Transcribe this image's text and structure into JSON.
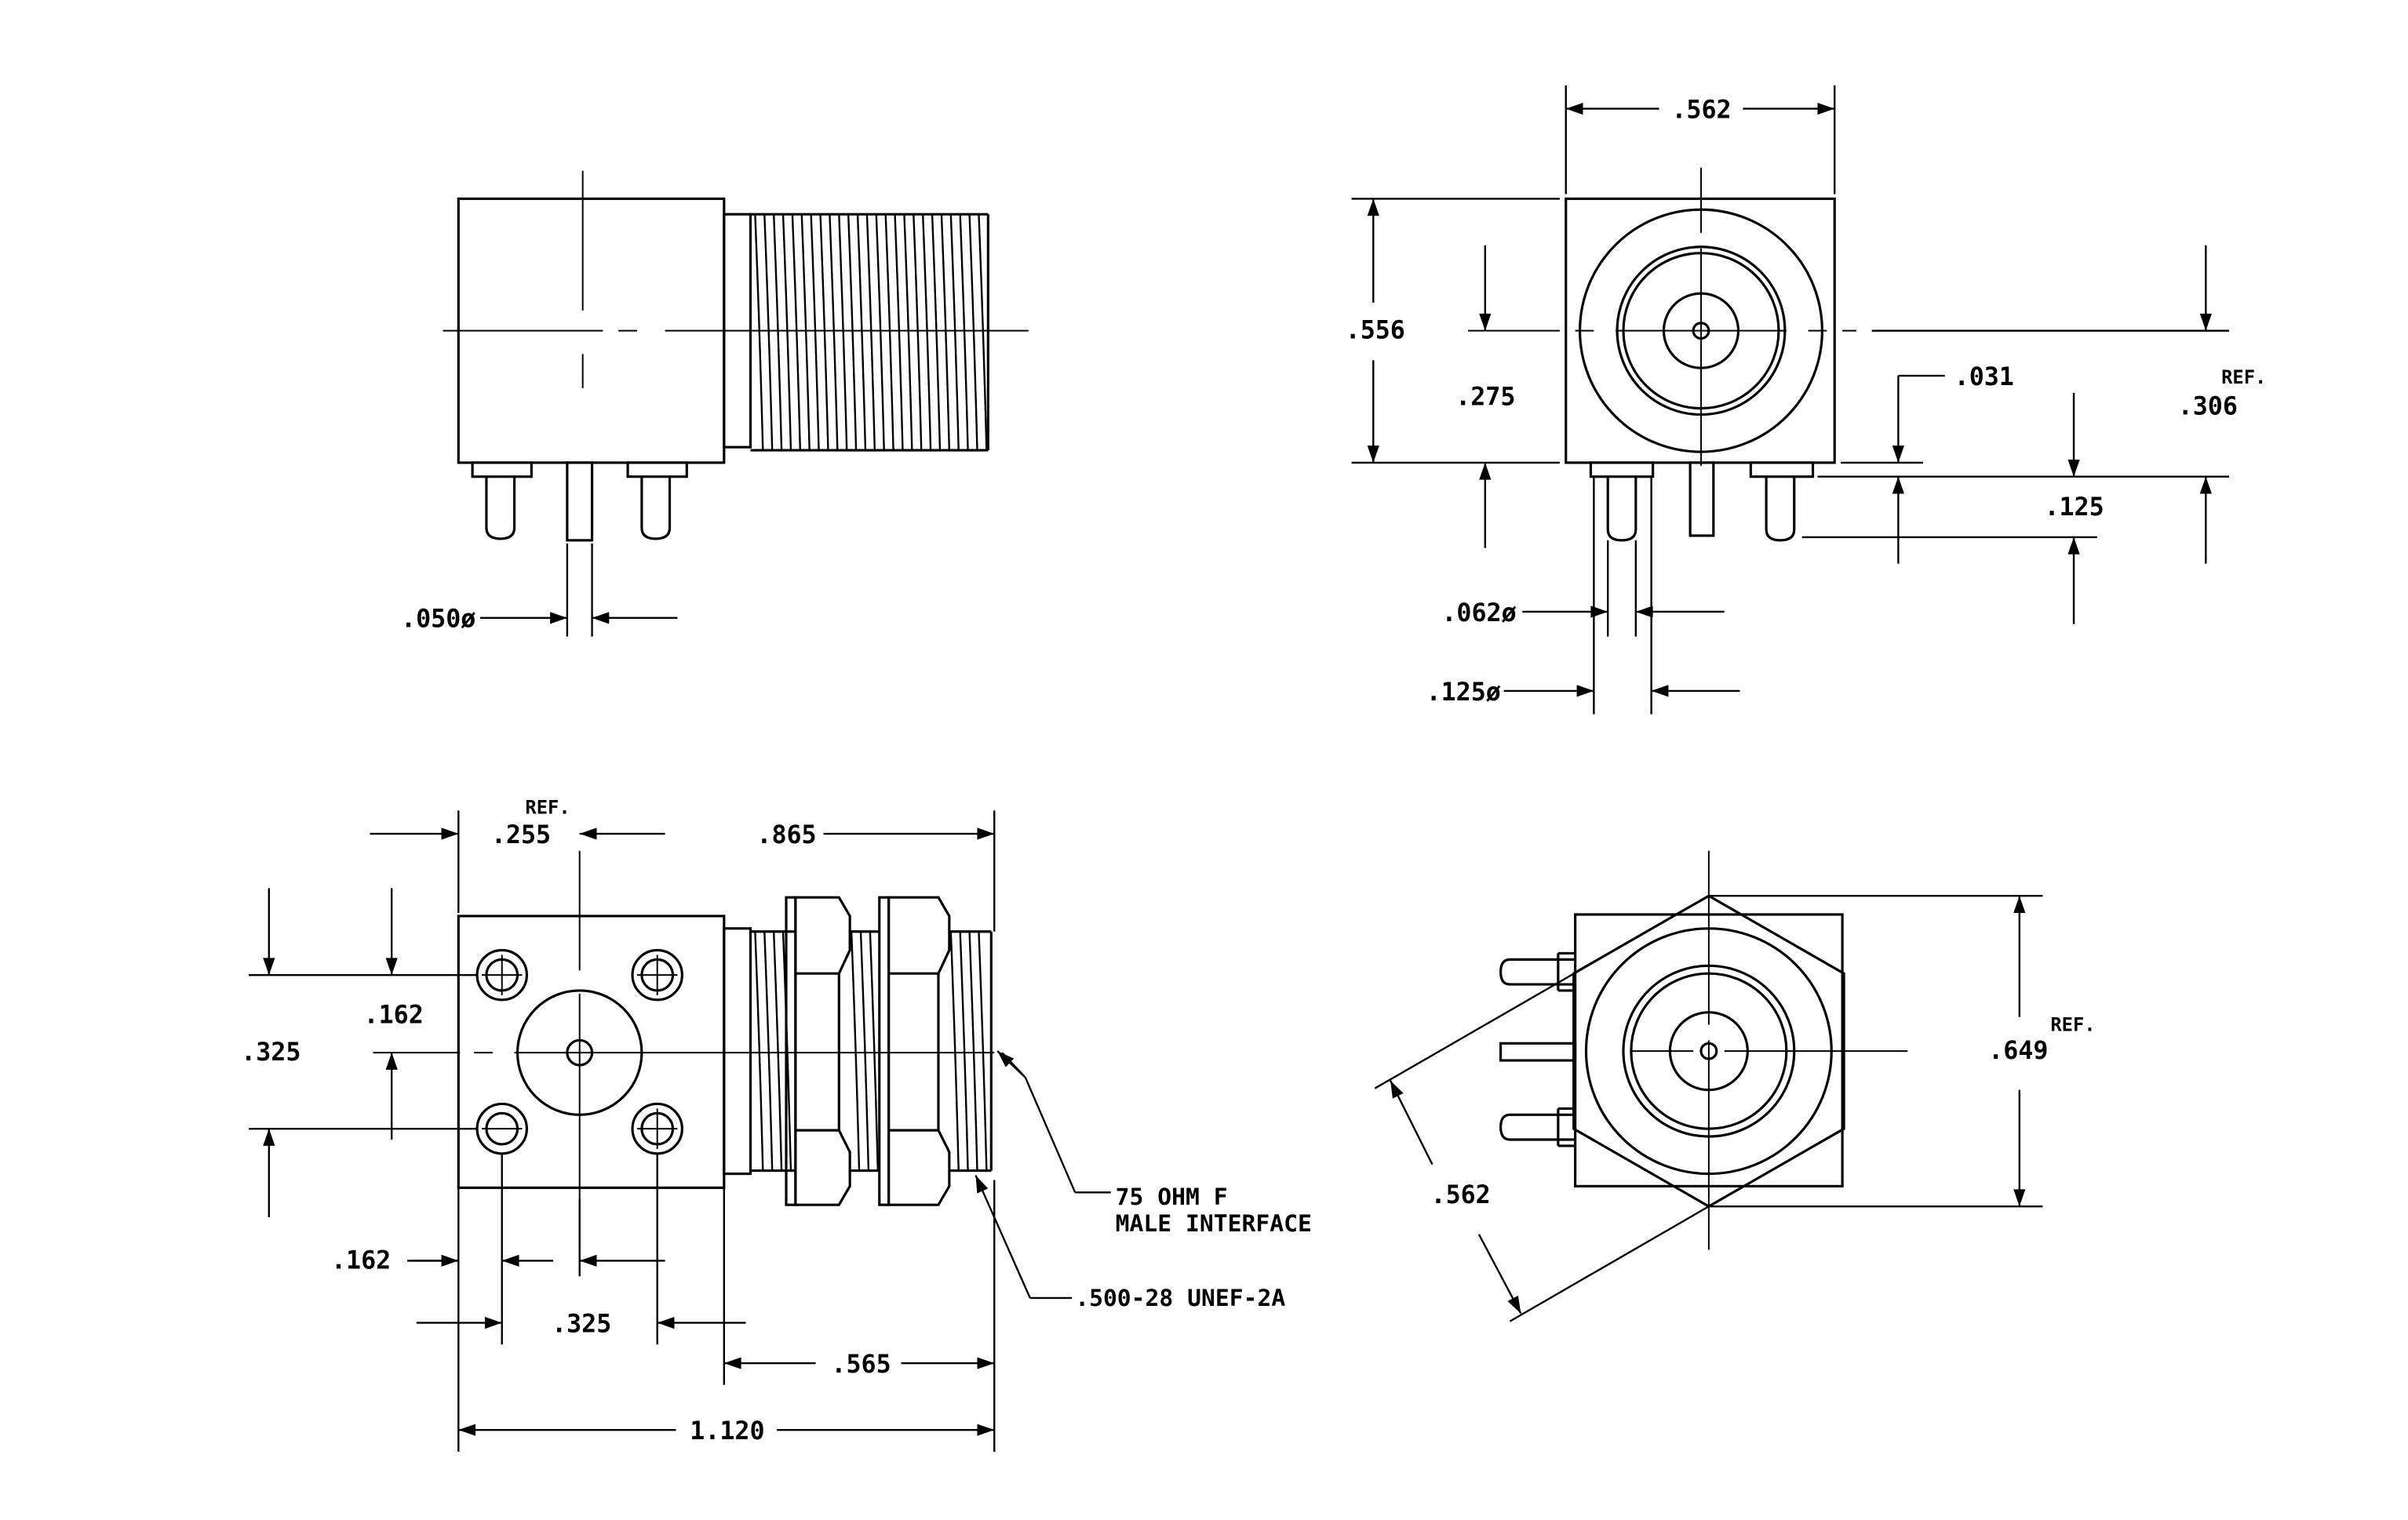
{
  "dimensions": {
    "d050": ".050ø",
    "d562_top": ".562",
    "d556": ".556",
    "d275": ".275",
    "d031": ".031",
    "d306": ".306",
    "ref_306": "REF.",
    "d125": ".125",
    "d062": ".062ø",
    "d125dia": ".125ø",
    "ref_255": "REF.",
    "d255": ".255",
    "d865": ".865",
    "d162_v": ".162",
    "d325_v": ".325",
    "d162_h": ".162",
    "d325_h": ".325",
    "d565": ".565",
    "d1120": "1.120",
    "d562_diag": ".562",
    "d649": ".649",
    "ref_649": "REF."
  },
  "notes": {
    "interface_line1": "75 OHM F",
    "interface_line2": "MALE INTERFACE",
    "thread": ".500-28 UNEF-2A"
  }
}
